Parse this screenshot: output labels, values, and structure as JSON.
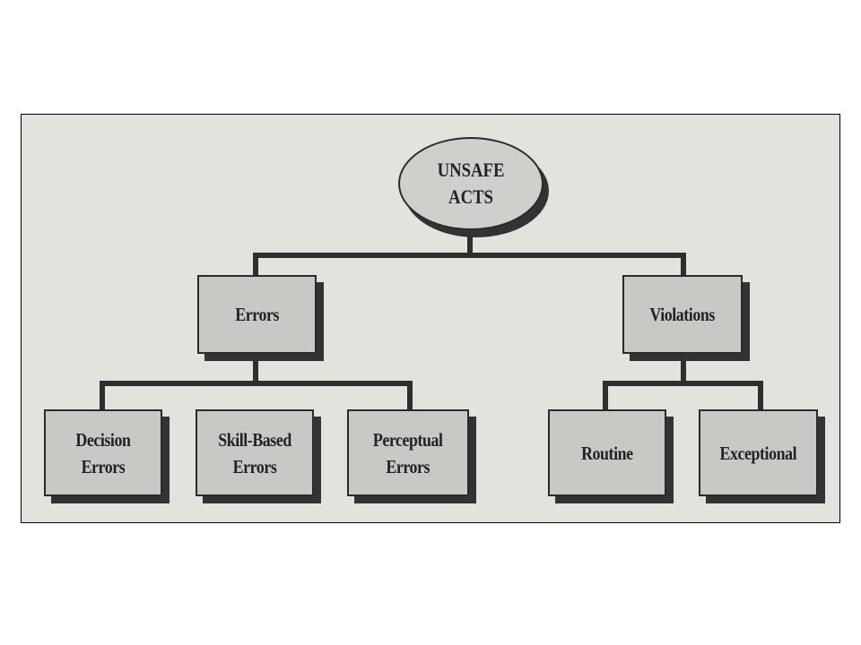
{
  "diagram": {
    "root": "UNSAFE\nACTS",
    "categories": [
      {
        "label": "Errors",
        "children": [
          "Decision\nErrors",
          "Skill-Based\nErrors",
          "Perceptual\nErrors"
        ]
      },
      {
        "label": "Violations",
        "children": [
          "Routine",
          "Exceptional"
        ]
      }
    ]
  }
}
